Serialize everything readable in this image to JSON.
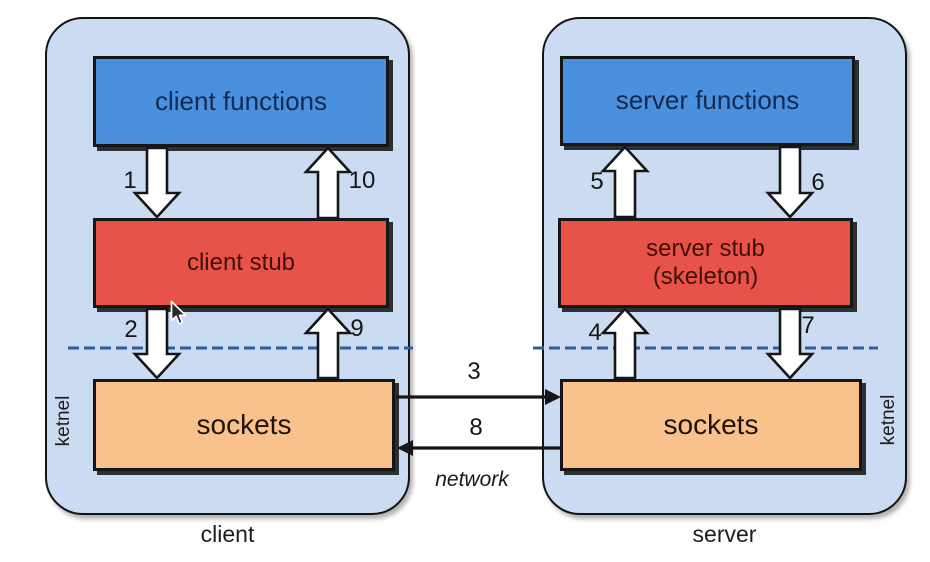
{
  "colors": {
    "panel_fill": "#cadbf2",
    "panel_border": "#141414",
    "function_box": "#4a90dc",
    "stub_box": "#e85349",
    "socket_box": "#f9c28d",
    "dashed_line": "#2e5fa3",
    "function_text": "#132a52",
    "stub_text": "#40100a",
    "socket_text": "#201409",
    "arrow_fill": "#ffffff",
    "ink": "#161616"
  },
  "client": {
    "panel_label": "client",
    "kernel_label": "ketnel",
    "functions_label": "client functions",
    "stub_label": "client stub",
    "sockets_label": "sockets"
  },
  "server": {
    "panel_label": "server",
    "kernel_label": "ketnel",
    "functions_label": "server functions",
    "stub_label_line1": "server stub",
    "stub_label_line2": "(skeleton)",
    "sockets_label": "sockets"
  },
  "steps": {
    "1": "1",
    "2": "2",
    "3": "3",
    "4": "4",
    "5": "5",
    "6": "6",
    "7": "7",
    "8": "8",
    "9": "9",
    "10": "10"
  },
  "network_label": "network",
  "icons": {
    "mouse_cursor": "arrow-pointer"
  }
}
